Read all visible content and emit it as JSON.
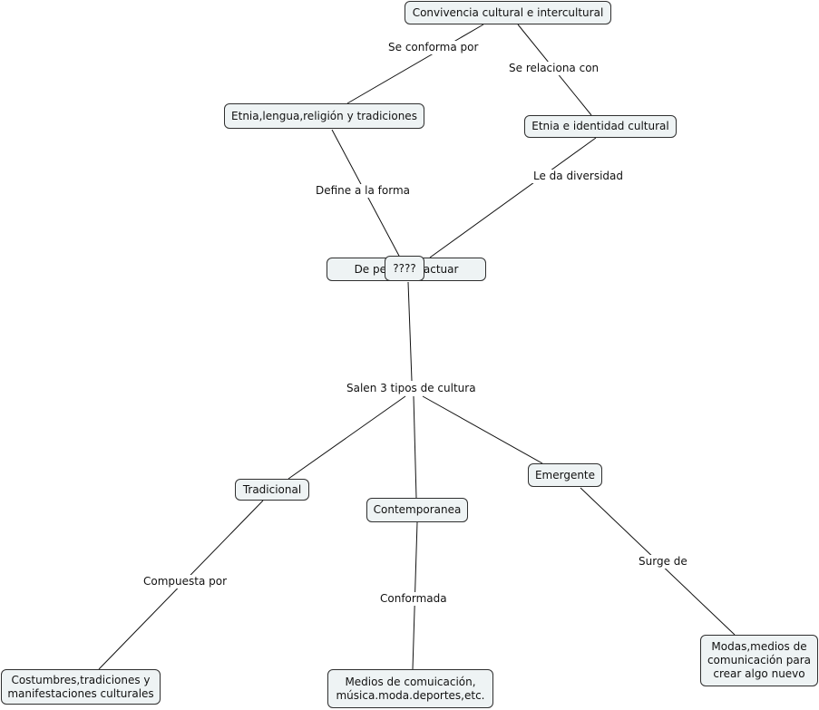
{
  "nodes": {
    "convivencia": "Convivencia cultural e intercultural",
    "etnia_lengua": "Etnia,lengua,religión y tradiciones",
    "etnia_identidad": "Etnia e identidad cultural",
    "de_pensar": "De pensar y actuar",
    "unknown": "????",
    "tradicional": "Tradicional",
    "contemporanea": "Contemporanea",
    "emergente": "Emergente",
    "costumbres": "Costumbres,tradiciones y manifestaciones culturales",
    "medios": "Medios de comuicación, música.moda.deportes,etc.",
    "modas": "Modas,medios de comunicación para crear algo nuevo"
  },
  "links": {
    "se_conforma_por": "Se conforma por",
    "se_relaciona_con": "Se relaciona con",
    "define_a_la_forma": "Define a la forma",
    "le_da_diversidad": "Le da diversidad",
    "salen_3_tipos": "Salen 3 tipos de cultura",
    "compuesta_por": "Compuesta por",
    "conformada": "Conformada",
    "surge_de": "Surge de"
  }
}
